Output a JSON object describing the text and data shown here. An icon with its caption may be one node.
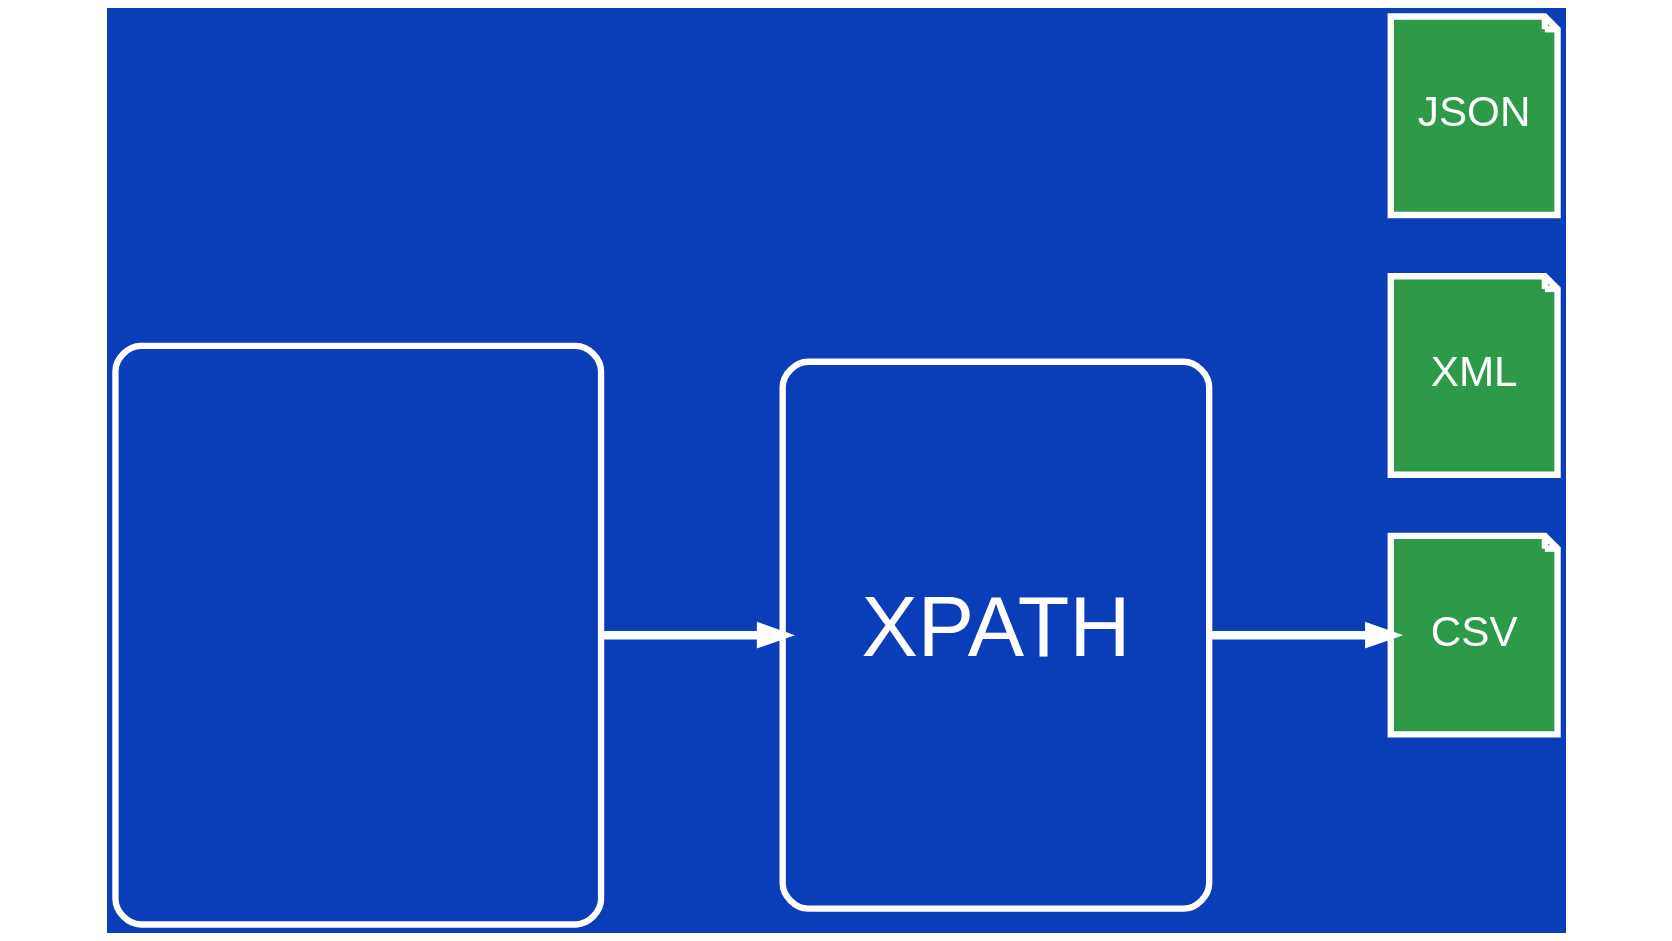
{
  "diagram": {
    "nodes": [
      {
        "text": [],
        "shape": "box"
      },
      {
        "text": [
          "XPATH"
        ]
      },
      {
        "text": [
          "JSON"
        ]
      },
      {
        "text": [
          "CSV"
        ]
      },
      {
        "text": [
          "XML"
        ]
      }
    ],
    "edges": [
      {
        "from": 0,
        "to": 1,
        "arrow": "to"
      },
      {
        "from": 1,
        "to": 3,
        "arrow": "to"
      }
    ]
  }
}
